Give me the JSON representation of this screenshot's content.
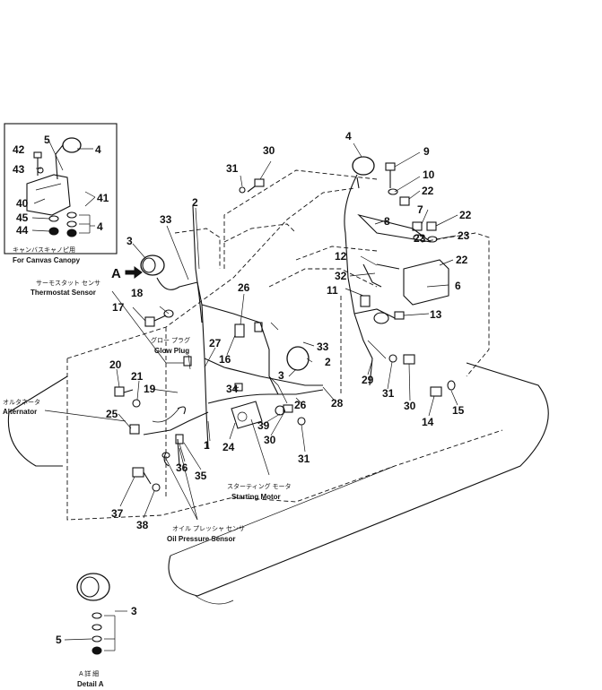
{
  "callouts": [
    {
      "id": "c42",
      "label": "42"
    },
    {
      "id": "c5a",
      "label": "5"
    },
    {
      "id": "c4a",
      "label": "4"
    },
    {
      "id": "c43",
      "label": "43"
    },
    {
      "id": "c41",
      "label": "41"
    },
    {
      "id": "c40",
      "label": "40"
    },
    {
      "id": "c45",
      "label": "45"
    },
    {
      "id": "c44",
      "label": "44"
    },
    {
      "id": "c4b",
      "label": "4"
    },
    {
      "id": "c30a",
      "label": "30"
    },
    {
      "id": "c31a",
      "label": "31"
    },
    {
      "id": "c4c",
      "label": "4"
    },
    {
      "id": "c9",
      "label": "9"
    },
    {
      "id": "c10",
      "label": "10"
    },
    {
      "id": "c22a",
      "label": "22"
    },
    {
      "id": "c7",
      "label": "7"
    },
    {
      "id": "c22b",
      "label": "22"
    },
    {
      "id": "c8",
      "label": "8"
    },
    {
      "id": "c23a",
      "label": "23"
    },
    {
      "id": "c23b",
      "label": "23"
    },
    {
      "id": "c22c",
      "label": "22"
    },
    {
      "id": "c12",
      "label": "12"
    },
    {
      "id": "c32",
      "label": "32"
    },
    {
      "id": "c6",
      "label": "6"
    },
    {
      "id": "c11",
      "label": "11"
    },
    {
      "id": "c13",
      "label": "13"
    },
    {
      "id": "c33a",
      "label": "33"
    },
    {
      "id": "c2a",
      "label": "2"
    },
    {
      "id": "c3a",
      "label": "3"
    },
    {
      "id": "cA",
      "label": "A"
    },
    {
      "id": "c18",
      "label": "18"
    },
    {
      "id": "c26a",
      "label": "26"
    },
    {
      "id": "c17",
      "label": "17"
    },
    {
      "id": "c27",
      "label": "27"
    },
    {
      "id": "c16",
      "label": "16"
    },
    {
      "id": "c33b",
      "label": "33"
    },
    {
      "id": "c2b",
      "label": "2"
    },
    {
      "id": "c3b",
      "label": "3"
    },
    {
      "id": "c20",
      "label": "20"
    },
    {
      "id": "c21",
      "label": "21"
    },
    {
      "id": "c19",
      "label": "19"
    },
    {
      "id": "c34",
      "label": "34"
    },
    {
      "id": "c26b",
      "label": "26"
    },
    {
      "id": "c28",
      "label": "28"
    },
    {
      "id": "c29",
      "label": "29"
    },
    {
      "id": "c31b",
      "label": "31"
    },
    {
      "id": "c30b",
      "label": "30"
    },
    {
      "id": "c15",
      "label": "15"
    },
    {
      "id": "c14",
      "label": "14"
    },
    {
      "id": "c25",
      "label": "25"
    },
    {
      "id": "c1",
      "label": "1"
    },
    {
      "id": "c24",
      "label": "24"
    },
    {
      "id": "c39",
      "label": "39"
    },
    {
      "id": "c30c",
      "label": "30"
    },
    {
      "id": "c31c",
      "label": "31"
    },
    {
      "id": "c36",
      "label": "36"
    },
    {
      "id": "c35",
      "label": "35"
    },
    {
      "id": "c37",
      "label": "37"
    },
    {
      "id": "c38",
      "label": "38"
    },
    {
      "id": "c3c",
      "label": "3"
    },
    {
      "id": "c5b",
      "label": "5"
    }
  ],
  "captions": {
    "canvas_canopy_jp": "キャンバスキャノピ用",
    "canvas_canopy_en": "For Canvas Canopy",
    "thermostat_jp": "サーモスタット センサ",
    "thermostat_en": "Thermostat Sensor",
    "glow_plug_jp": "グロー プラグ",
    "glow_plug_en": "Glow Plug",
    "alternator_jp": "オルタネータ",
    "alternator_en": "Alternator",
    "starting_motor_jp": "スターティング モータ",
    "starting_motor_en": "Starting Motor",
    "oil_pressure_jp": "オイル プレッシャ センサ",
    "oil_pressure_en": "Oil Pressure Sensor",
    "detail_a_jp": "A 詳 細",
    "detail_a_en": "Detail A"
  }
}
